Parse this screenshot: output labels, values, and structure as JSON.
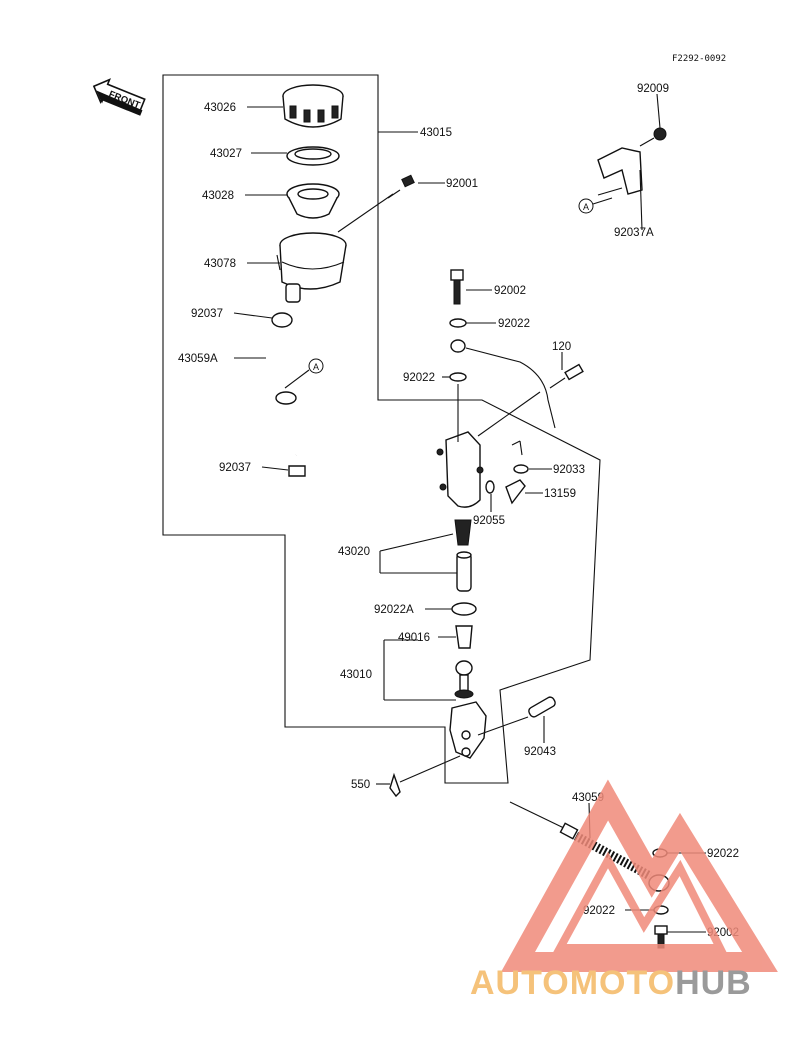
{
  "diagram": {
    "code": "F2292-0092",
    "front_label": "FRONT",
    "ref_mark": "A",
    "parts": {
      "p43026": "43026",
      "p43027": "43027",
      "p43028": "43028",
      "p43078": "43078",
      "p92037_top": "92037",
      "p43059A": "43059A",
      "p92037_bot": "92037",
      "p43015": "43015",
      "p92001": "92001",
      "p92009": "92009",
      "p92037A": "92037A",
      "p92002_top": "92002",
      "p92022_a": "92022",
      "p92022_b": "92022",
      "p120": "120",
      "p92033": "92033",
      "p13159": "13159",
      "p92055": "92055",
      "p43020": "43020",
      "p92022A": "92022A",
      "p49016": "49016",
      "p43010": "43010",
      "p92043": "92043",
      "p550": "550",
      "p43059": "43059",
      "p92022_c": "92022",
      "p92022_d": "92022",
      "p92002_bot": "92002"
    }
  },
  "watermark": {
    "brand_part1": "AUTOMOTO",
    "brand_part2": "HUB",
    "color_primary": "#f08a7a",
    "color_accent": "#f5c27a",
    "color_gray": "#9a9a9a"
  }
}
